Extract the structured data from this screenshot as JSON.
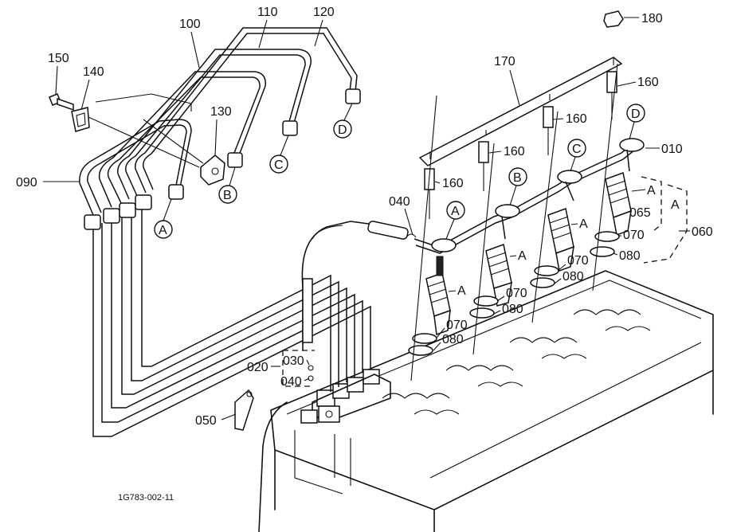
{
  "parts": {
    "p010": "010",
    "p020": "020",
    "p030": "030",
    "p040a": "040",
    "p040b": "040",
    "p050": "050",
    "p060": "060",
    "p065": "065",
    "p070a": "070",
    "p070b": "070",
    "p070c": "070",
    "p070d": "070",
    "p080a": "080",
    "p080b": "080",
    "p080c": "080",
    "p080d": "080",
    "p090": "090",
    "p100": "100",
    "p110": "110",
    "p120": "120",
    "p130": "130",
    "p140": "140",
    "p150": "150",
    "p160a": "160",
    "p160b": "160",
    "p160c": "160",
    "p160d": "160",
    "p170": "170",
    "p180": "180"
  },
  "refs": {
    "a1": "A",
    "b1": "B",
    "c1": "C",
    "d1": "D",
    "a2": "A",
    "b2": "B",
    "c2": "C",
    "d2": "D",
    "nozzleA1": "A",
    "nozzleA2": "A",
    "nozzleA3": "A",
    "nozzleA4": "A",
    "bracketA": "A"
  },
  "drawing_code": "1G783-002-11"
}
